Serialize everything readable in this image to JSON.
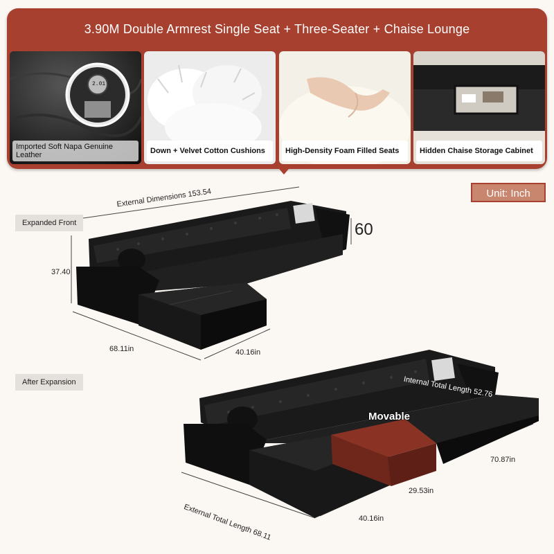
{
  "banner": {
    "title": "3.90M Double Armrest Single Seat + Three-Seater + Chaise Lounge",
    "features": [
      {
        "caption": "Imported Soft Napa Genuine Leather",
        "gauge_reading": "2.01"
      },
      {
        "caption": "Down + Velvet Cotton Cushions"
      },
      {
        "caption": "High-Density Foam Filled Seats"
      },
      {
        "caption": "Hidden Chaise Storage Cabinet"
      }
    ]
  },
  "unit_label": "Unit: Inch",
  "expanded_front": {
    "label": "Expanded Front",
    "external_dimensions": "External Dimensions 153.54",
    "height": "37.40",
    "back_height": "60",
    "depth": "68.11in",
    "chaise_width": "40.16in"
  },
  "after_expansion": {
    "label": "After Expansion",
    "internal_total_length": "Internal Total Length 52.76",
    "movable": "Movable",
    "depth_right": "70.87in",
    "module_width": "29.53in",
    "chaise_width": "40.16in",
    "external_total_length": "External Total Length 68.11"
  },
  "colors": {
    "accent": "#a8402f",
    "leather": "#151515",
    "movable_module": "#7a2a1e"
  }
}
